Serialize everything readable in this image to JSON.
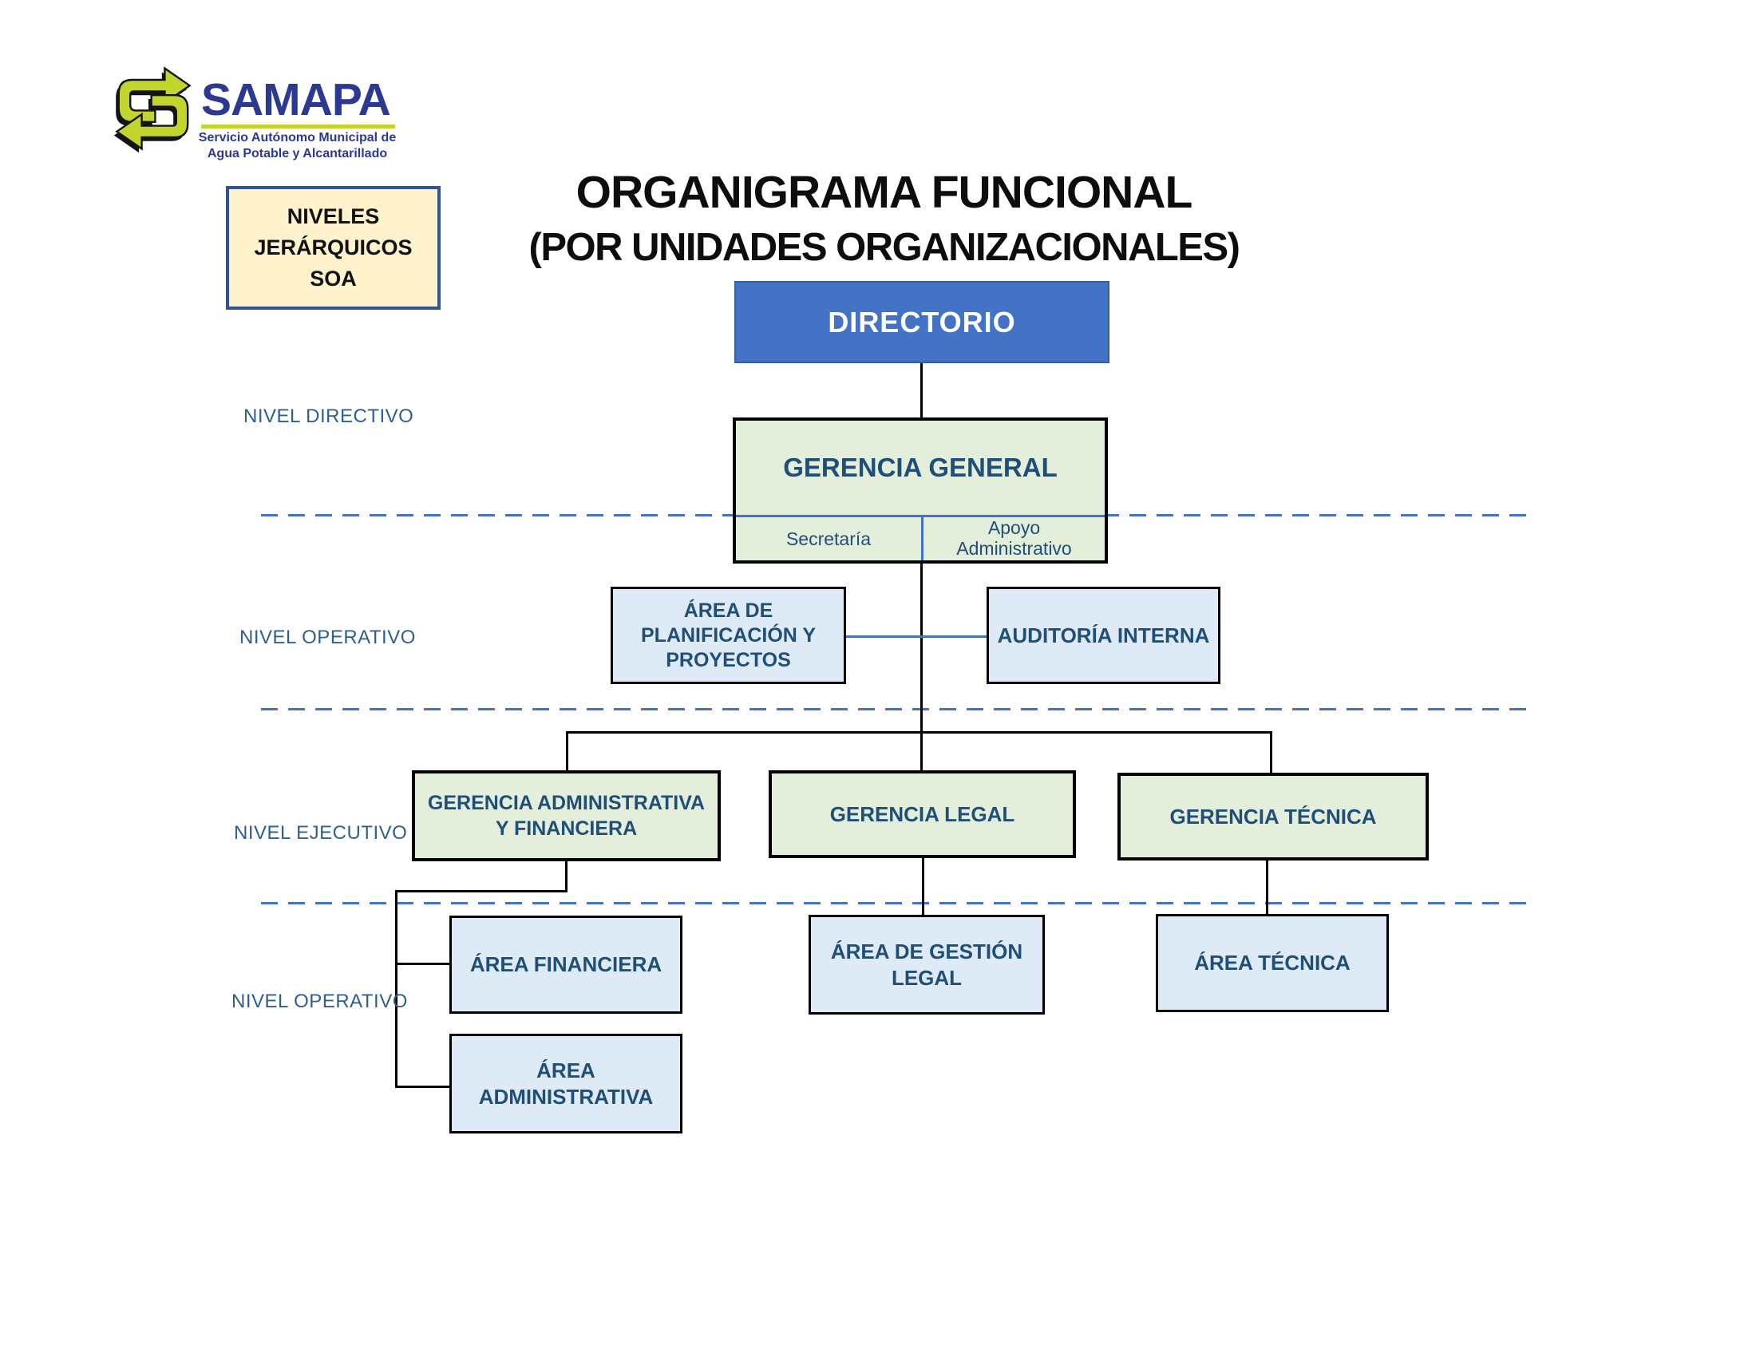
{
  "logo": {
    "brand": "SAMAPA",
    "subtitle": "Servicio Autónomo Municipal de\nAgua Potable y Alcantarillado"
  },
  "legend": {
    "label": "NIVELES\nJERÁRQUICOS\nSOA"
  },
  "title": {
    "line1": "ORGANIGRAMA FUNCIONAL",
    "line2": "(POR UNIDADES ORGANIZACIONALES)"
  },
  "level_labels": {
    "directivo": "NIVEL DIRECTIVO",
    "operativo_1": "NIVEL OPERATIVO",
    "ejecutivo": "NIVEL EJECUTIVO",
    "operativo_2": "NIVEL OPERATIVO"
  },
  "nodes": {
    "directorio": "DIRECTORIO",
    "gerencia_general": "GERENCIA GENERAL",
    "secretaria": "Secretaría",
    "apoyo_administrativo": "Apoyo\nAdministrativo",
    "area_planificacion": "ÁREA DE\nPLANIFICACIÓN Y\nPROYECTOS",
    "auditoria_interna": "AUDITORÍA INTERNA",
    "gerencia_administrativa": "GERENCIA ADMINISTRATIVA\nY FINANCIERA",
    "gerencia_legal": "GERENCIA LEGAL",
    "gerencia_tecnica": "GERENCIA TÉCNICA",
    "area_financiera": "ÁREA FINANCIERA",
    "area_administrativa": "ÁREA\nADMINISTRATIVA",
    "area_gestion_legal": "ÁREA DE GESTIÓN\nLEGAL",
    "area_tecnica": "ÁREA TÉCNICA"
  },
  "colors": {
    "accent_blue": "#4472C4",
    "box_green": "#E3EFDB",
    "box_blue": "#DEEAF6",
    "box_cream": "#FFF2CC",
    "cream_border": "#2F5597",
    "text_dark_blue": "#1F4E79",
    "level_label_blue": "#2E5F8F",
    "directorio_fill": "#4472C4",
    "logo_indigo": "#2B3990",
    "logo_green": "#C2D52F",
    "line_black": "#000000"
  }
}
